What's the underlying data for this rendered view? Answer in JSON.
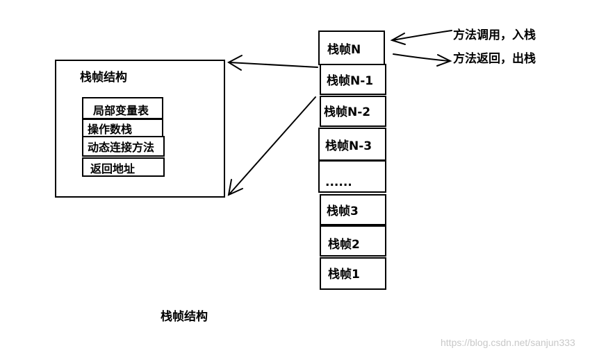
{
  "frame_detail": {
    "title": "栈帧结构",
    "items": [
      "局部变量表",
      "操作数栈",
      "动态连接方法",
      "返回地址"
    ]
  },
  "stack": {
    "frames": [
      "栈帧N",
      "栈帧N-1",
      "栈帧N-2",
      "栈帧N-3",
      "......",
      "栈帧3",
      "栈帧2",
      "栈帧1"
    ]
  },
  "annotations": {
    "push": "方法调用，入栈",
    "pop": "方法返回，出栈"
  },
  "caption": "栈帧结构",
  "watermark": "https://blog.csdn.net/sanjun333"
}
